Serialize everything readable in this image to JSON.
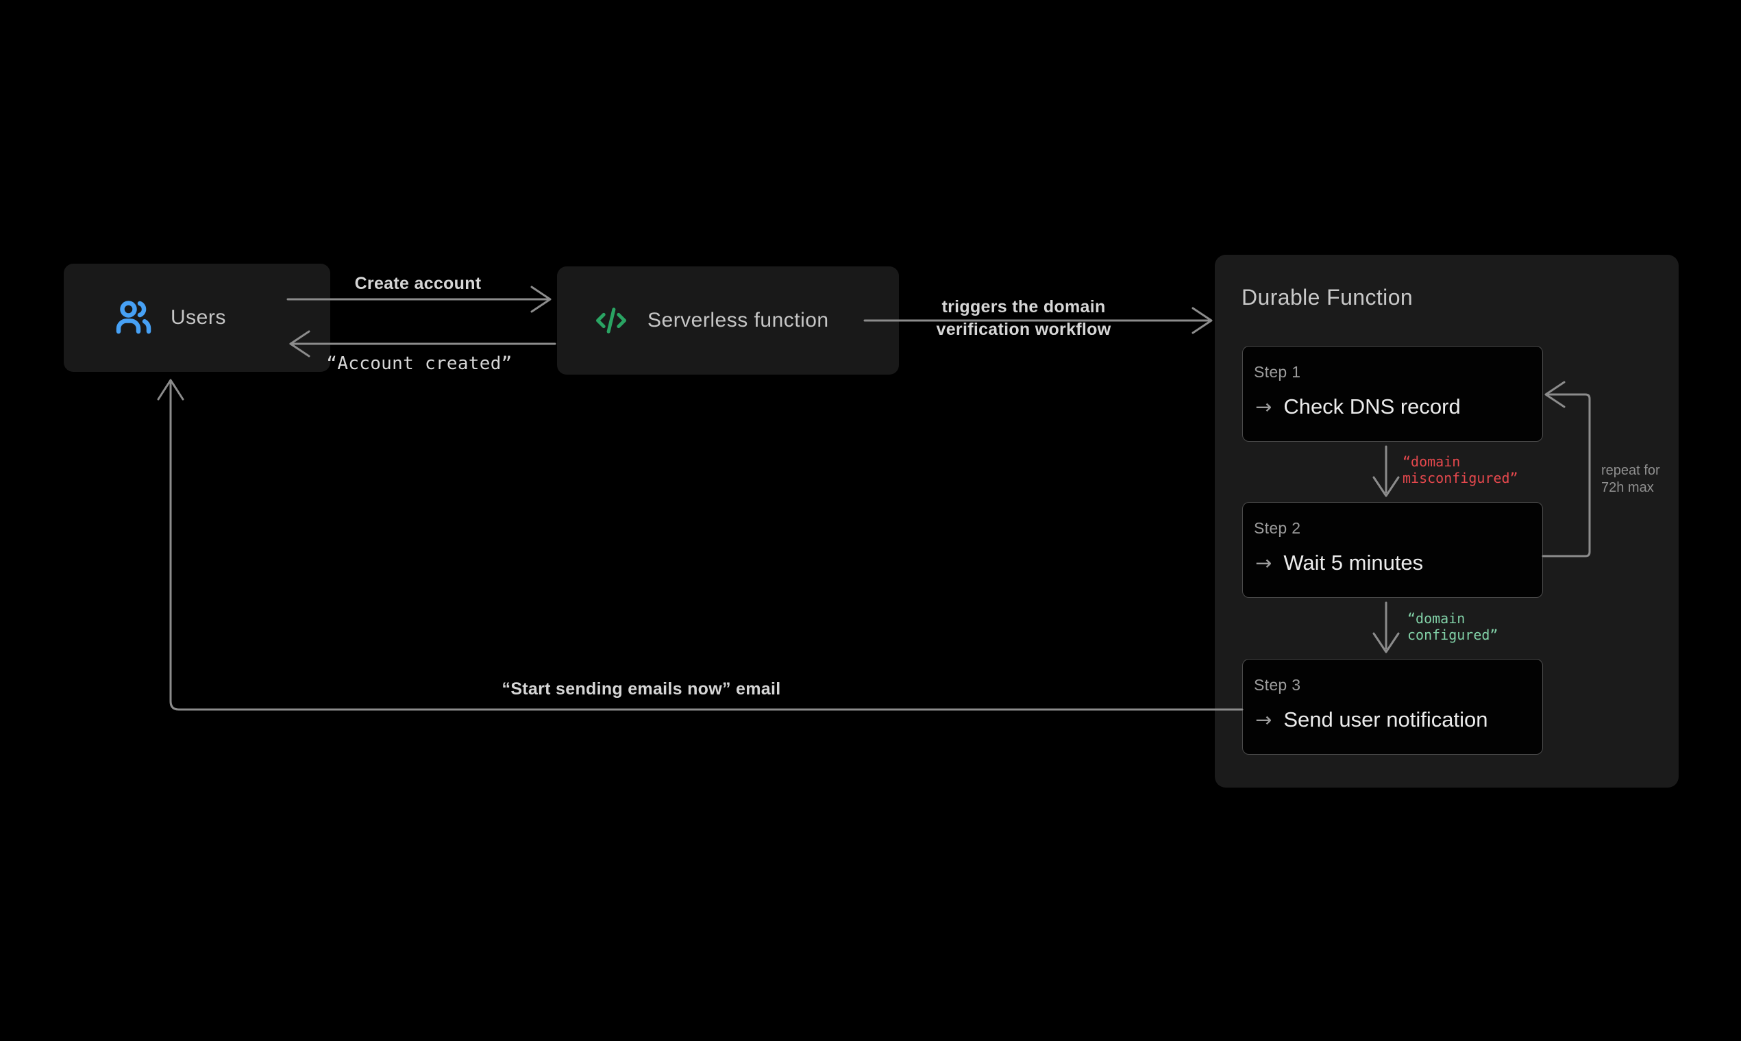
{
  "canvas": {
    "background": "#000000",
    "line_color": "#8c8c8c"
  },
  "nodes": {
    "users": {
      "label": "Users",
      "icon": "users-icon",
      "icon_color": "#47a1f5"
    },
    "serverless": {
      "label": "Serverless function",
      "icon": "code-icon",
      "icon_color": "#2aa463"
    }
  },
  "edges": {
    "create_account": {
      "label": "Create account"
    },
    "account_created": {
      "label": "“Account created”"
    },
    "triggers": {
      "line1": "triggers the domain",
      "line2": "verification workflow"
    },
    "start_email": {
      "label": "“Start sending emails now” email"
    },
    "domain_misconfigured": {
      "line1": "“domain",
      "line2": "misconfigured”",
      "color": "#e5484d"
    },
    "domain_configured": {
      "line1": "“domain",
      "line2": "configured”",
      "color": "#82d2a8"
    },
    "repeat_note": {
      "line1": "repeat for",
      "line2": "72h max"
    }
  },
  "durable": {
    "title": "Durable Function",
    "steps": [
      {
        "name": "Step 1",
        "action": "Check DNS record"
      },
      {
        "name": "Step 2",
        "action": "Wait 5 minutes"
      },
      {
        "name": "Step 3",
        "action": "Send user notification"
      }
    ]
  }
}
